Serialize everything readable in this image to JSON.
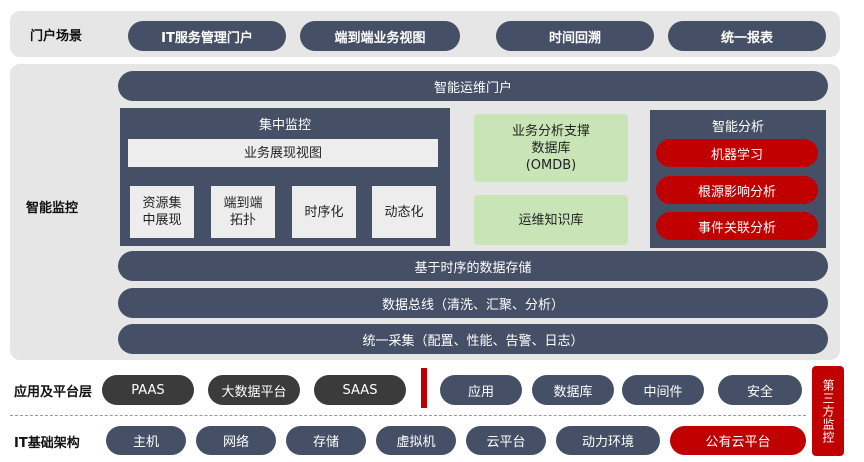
{
  "portal": {
    "label": "门户场景",
    "items": [
      "IT服务管理门户",
      "端到端业务视图",
      "时间回溯",
      "统一报表"
    ]
  },
  "monitor": {
    "label": "智能监控",
    "top_bar": "智能运维门户",
    "central": {
      "title": "集中监控",
      "view": "业务展现视图",
      "tiles": [
        "资源集\n中展现",
        "端到端\n拓扑",
        "时序化",
        "动态化"
      ]
    },
    "omdb": "业务分析支撑\n数据库\n(OMDB)",
    "knowledge": "运维知识库",
    "analysis": {
      "title": "智能分析",
      "items": [
        "机器学习",
        "根源影响分析",
        "事件关联分析"
      ]
    },
    "bars": [
      "基于时序的数据存储",
      "数据总线（清洗、汇聚、分析）",
      "统一采集（配置、性能、告警、日志）"
    ]
  },
  "platform": {
    "label": "应用及平台层",
    "dark_items": [
      "PAAS",
      "大数据平台",
      "SAAS"
    ],
    "slate_items": [
      "应用",
      "数据库",
      "中间件",
      "安全"
    ]
  },
  "infra": {
    "label": "IT基础架构",
    "items": [
      "主机",
      "网络",
      "存储",
      "虚拟机",
      "云平台",
      "动力环境"
    ],
    "public_cloud": "公有云平台"
  },
  "third_party": "第三方监控",
  "colors": {
    "slate": "#454f66",
    "dark": "#3b3b3b",
    "red": "#c00000",
    "green": "#c9e5b7",
    "panel": "#e6e6e6"
  }
}
